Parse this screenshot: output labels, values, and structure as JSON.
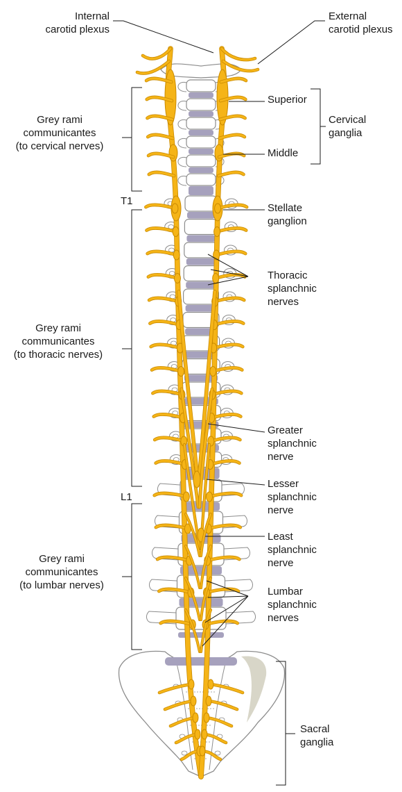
{
  "colors": {
    "nerve": "#f5b417",
    "nerve_edge": "#c98a00",
    "bone_fill": "#ffffff",
    "bone_line": "#8c8c8c",
    "disc": "#a6a1bd",
    "leader": "#1a1a1a",
    "ilium_shade": "#d8d6c8"
  },
  "labels": {
    "internal_carotid": "Internal\ncarotid plexus",
    "external_carotid": "External\ncarotid plexus",
    "superior": "Superior",
    "cervical_ganglia": "Cervical\nganglia",
    "middle": "Middle",
    "grey_rami_cervical": "Grey rami\ncommunicantes\n(to cervical nerves)",
    "t1": "T1",
    "stellate": "Stellate\nganglion",
    "thoracic_splanchnic": "Thoracic\nsplanchnic\nnerves",
    "grey_rami_thoracic": "Grey rami\ncommunicantes\n(to thoracic nerves)",
    "greater_splanchnic": "Greater\nsplanchnic\nnerve",
    "lesser_splanchnic": "Lesser\nsplanchnic\nnerve",
    "l1": "L1",
    "least_splanchnic": "Least\nsplanchnic\nnerve",
    "grey_rami_lumbar": "Grey rami\ncommunicantes\n(to lumbar nerves)",
    "lumbar_splanchnic": "Lumbar\nsplanchnic\nnerves",
    "sacral_ganglia": "Sacral\nganglia"
  }
}
